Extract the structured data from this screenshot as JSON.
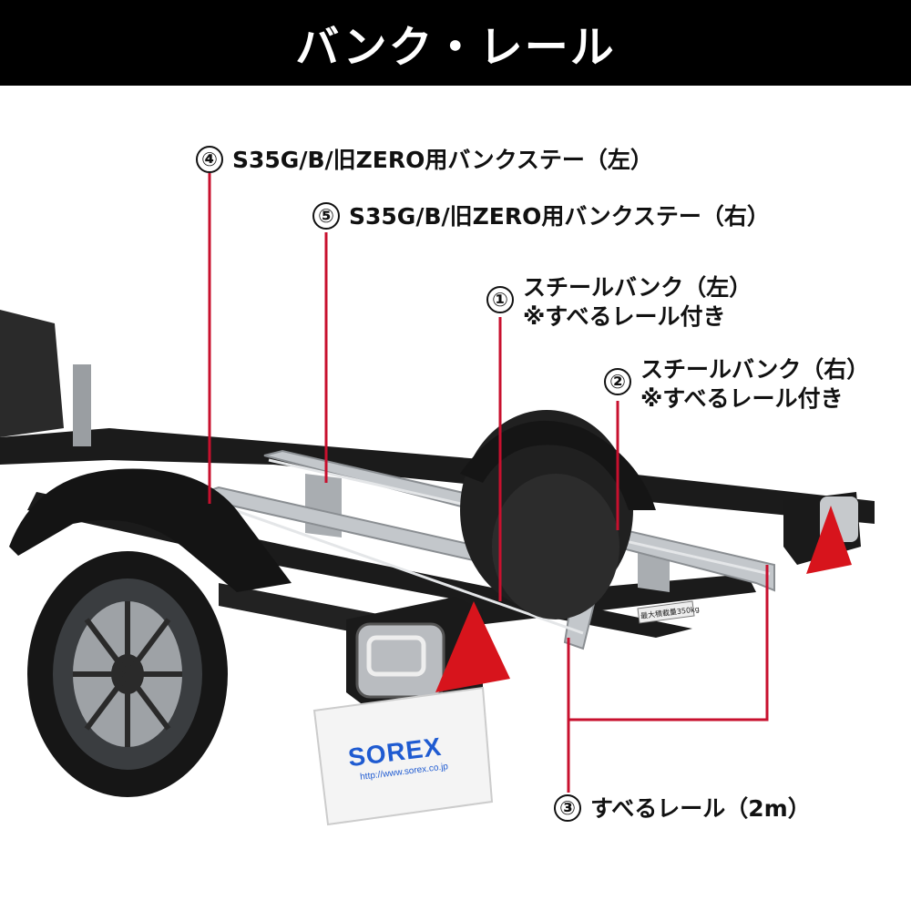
{
  "header": {
    "title": "バンク・レール"
  },
  "callouts": [
    {
      "num": "④",
      "label": "S35G/B/旧ZERO用バンクステー（左）"
    },
    {
      "num": "⑤",
      "label": "S35G/B/旧ZERO用バンクステー（右）"
    },
    {
      "num": "①",
      "label": "スチールバンク（左）",
      "note": "※すべるレール付き"
    },
    {
      "num": "②",
      "label": "スチールバンク（右）",
      "note": "※すべるレール付き"
    },
    {
      "num": "③",
      "label": "すべるレール（2m）"
    }
  ],
  "plate": {
    "brand": "SOREX",
    "url": "http://www.sorex.co.jp",
    "weight_label": "最大積載量350kg"
  },
  "colors": {
    "leader": "#c8102e",
    "frame": "#1b1b1b",
    "rail": "#b8bcc0",
    "reflector": "#d7141c"
  }
}
